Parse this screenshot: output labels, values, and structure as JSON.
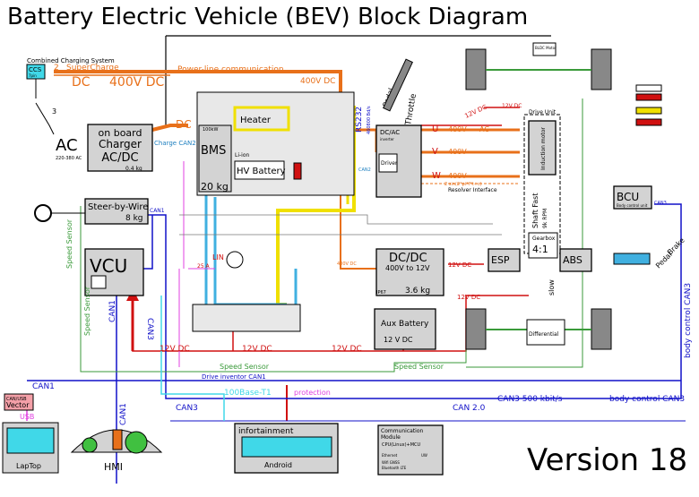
{
  "title": "Battery Electric Vehicle (BEV) Block Diagram",
  "version": "Version 18",
  "charging": {
    "system_label": "Combined Charging System",
    "ccs": "CCS",
    "ccs_pins": "7pin",
    "supercharge": "SuperCharge",
    "supercharge_num": "2",
    "dc_label": "DC",
    "dc_voltage": "400V DC",
    "three": "3",
    "ac_label": "AC",
    "ac_range": "220-380 AC",
    "powerline": "Power-line communication",
    "dc_400_right": "400V DC"
  },
  "charger": {
    "l1": "on board",
    "l2": "Charger",
    "l3": "AC/DC",
    "weight": "0.4 kg",
    "dc_out": "DC",
    "can": "Charge CAN2"
  },
  "battery": {
    "bms": "BMS",
    "hv": "HV Battery",
    "liion": "Li-ion",
    "weight": "20 kg",
    "heater": "Heater",
    "kw": "100kW"
  },
  "rs232": {
    "label": "RS232",
    "baud": "460800 Bd/s"
  },
  "throttle": {
    "label": "Throttle",
    "pedal": "Pedal"
  },
  "inverter": {
    "label": "DC/AC",
    "sub": "inverter",
    "driver": "Driver",
    "can": "CAN2",
    "u": "U",
    "v": "V",
    "w": "W",
    "ac": "AC",
    "v400": "400V",
    "resolver": "Resolver Interface",
    "sincos": "2 sin(2*pi*f*t+c)"
  },
  "drive": {
    "unit": "Drive Unit",
    "motor": "Induction motor",
    "gearbox": "Gearbox",
    "ratio": "4:1",
    "shaft_fast": "Shaft Fast",
    "shaft_slow": "slow",
    "rpm": "9k RPM",
    "v12": "12V DC"
  },
  "steer": {
    "label": "Steer-by-Wire",
    "weight": "8 kg",
    "can": "CAN1",
    "sensor": "Speed Sensor"
  },
  "vcu": {
    "label": "VCU",
    "can1": "CAN1",
    "can3": "CAN3",
    "speed_sensor": "Speed Sensor"
  },
  "lin": {
    "label": "LIN",
    "amp": "25 A"
  },
  "dcdc": {
    "l1": "DC/DC",
    "l2": "400V to 12V",
    "ip": "IP67",
    "weight": "3.6 kg",
    "v12": "12V DC",
    "v400": "400V DC"
  },
  "aux": {
    "l1": "Aux Battery",
    "l2": "12 V DC"
  },
  "esp": {
    "label": "ESP"
  },
  "abs": {
    "label": "ABS"
  },
  "bcu": {
    "label": "BCU",
    "sub": "Body control unit",
    "can": "CAN3",
    "body_can": "body control CAN3"
  },
  "brake": {
    "label": "Brake",
    "pedal": "Pedal"
  },
  "differential": {
    "label": "Differential"
  },
  "bldc": {
    "label": "BLDC Motor"
  },
  "buses": {
    "can1": "CAN1",
    "can3": "CAN3",
    "can20": "CAN 2.0",
    "can3_rate": "CAN3   500 kbit/s",
    "body_can3": "body control CAN3",
    "drive_inverter": "Drive inventor CAN1",
    "speed_sensor": "Speed Sensor",
    "speed_sensor2": "Speed Sensor",
    "ethernet": "100Base-T1",
    "protection": "protection",
    "v12a": "12V DC",
    "v12b": "12V DC",
    "v12c": "12V DC",
    "v12d": "12V DC",
    "v12e": "12V DC"
  },
  "vector": {
    "l1": "CAN/USB",
    "l2": "Vector",
    "usb": "USB",
    "can1": "CAN1"
  },
  "laptop": {
    "label": "LapTop"
  },
  "hmi": {
    "label": "HMI"
  },
  "infotainment": {
    "label": "infortainment",
    "os": "Android"
  },
  "comms": {
    "l1": "Communication",
    "l2": "Module",
    "cpu": "CPU(Linux)+MCU",
    "eth": "Ethernet",
    "uw": "UW",
    "wifi": "Wifi  GNSS",
    "bt": "Bluetooth  LTE"
  },
  "colors": {
    "hv": "#e8701a",
    "can1": "#1010c8",
    "can2": "#2080c0",
    "can3": "#1010c8",
    "lv12": "#d01010",
    "sensor": "#3a9a3a",
    "eth": "#40d8e8",
    "lin": "#e040e0",
    "yellow": "#f0e000"
  }
}
